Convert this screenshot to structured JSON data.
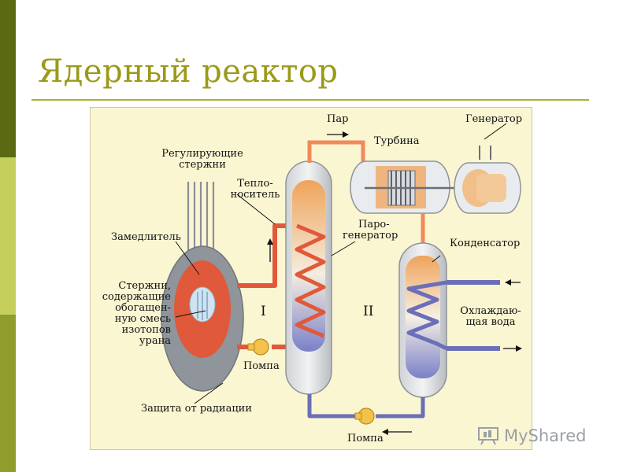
{
  "slide": {
    "title": "Ядерный реактор"
  },
  "diagram": {
    "labels": {
      "steam": "Пар",
      "turbine": "Турбина",
      "generator": "Генератор",
      "control_rods_1": "Регулирующие",
      "control_rods_2": "стержни",
      "coolant_1": "Тепло-",
      "coolant_2": "носитель",
      "moderator": "Замедлитель",
      "steam_gen_1": "Паро-",
      "steam_gen_2": "генератор",
      "condenser": "Конденсатор",
      "fuel_1": "Стержни,",
      "fuel_2": "содержащие",
      "fuel_3": "обогащен-",
      "fuel_4": "ную смесь",
      "fuel_5": "изотопов",
      "fuel_6": "урана",
      "circuit_1": "I",
      "circuit_2": "II",
      "cooling_water_1": "Охлаждаю-",
      "cooling_water_2": "щая вода",
      "pump_1": "Помпа",
      "shield": "Защита от радиации",
      "pump_2": "Помпа"
    },
    "colors": {
      "primary_loop": "#e0593a",
      "secondary_loop": "#6b6fb8",
      "vessel_gray": "#9ea3a8",
      "background": "#fbf6d2"
    }
  },
  "watermark": {
    "text": "MyShared"
  }
}
